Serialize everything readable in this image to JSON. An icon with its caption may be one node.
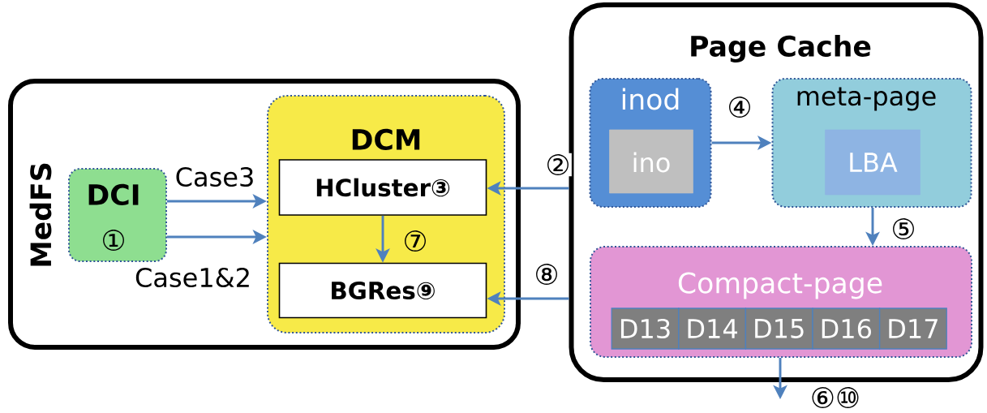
{
  "diagram": {
    "nodes": [
      {
        "text": [
          "MedFS"
        ]
      },
      {
        "text": [
          "DCI",
          "①"
        ],
        "in": 0
      },
      {
        "text": [
          "DCM"
        ],
        "in": 0
      },
      {
        "text": [
          "HCluster③"
        ],
        "in": 2
      },
      {
        "text": [
          "BGRes⑨"
        ],
        "in": 2
      },
      {
        "text": [
          "Page Cache"
        ]
      },
      {
        "text": [
          "inod"
        ],
        "in": 5
      },
      {
        "text": [
          "ino"
        ],
        "in": 6
      },
      {
        "text": [
          "meta-page"
        ],
        "in": 5
      },
      {
        "text": [
          "LBA"
        ],
        "in": 8
      },
      {
        "text": [
          "Compact-page"
        ],
        "in": 5
      },
      {
        "text": [
          "D13"
        ],
        "in": 10
      },
      {
        "text": [
          "D14"
        ],
        "in": 10
      },
      {
        "text": [
          "D15"
        ],
        "in": 10
      },
      {
        "text": [
          "D16"
        ],
        "in": 10
      },
      {
        "text": [
          "D17"
        ],
        "in": 10
      }
    ],
    "edges": [
      {
        "from": 1,
        "to": 2,
        "arrow": "to",
        "label": "Case3"
      },
      {
        "from": 1,
        "to": 2,
        "arrow": "to",
        "label": "Case1&2"
      },
      {
        "from": 5,
        "to": 3,
        "arrow": "to",
        "label": "②"
      },
      {
        "from": 3,
        "to": 4,
        "arrow": "to",
        "label": "⑦"
      },
      {
        "from": 5,
        "to": 4,
        "arrow": "to",
        "label": "⑧"
      },
      {
        "from": 6,
        "to": 8,
        "arrow": "to",
        "label": "④"
      },
      {
        "from": 8,
        "to": 10,
        "arrow": "to",
        "label": "⑤"
      },
      {
        "from": 10,
        "to": null,
        "arrow": "to",
        "label": "⑥⑩"
      }
    ]
  }
}
